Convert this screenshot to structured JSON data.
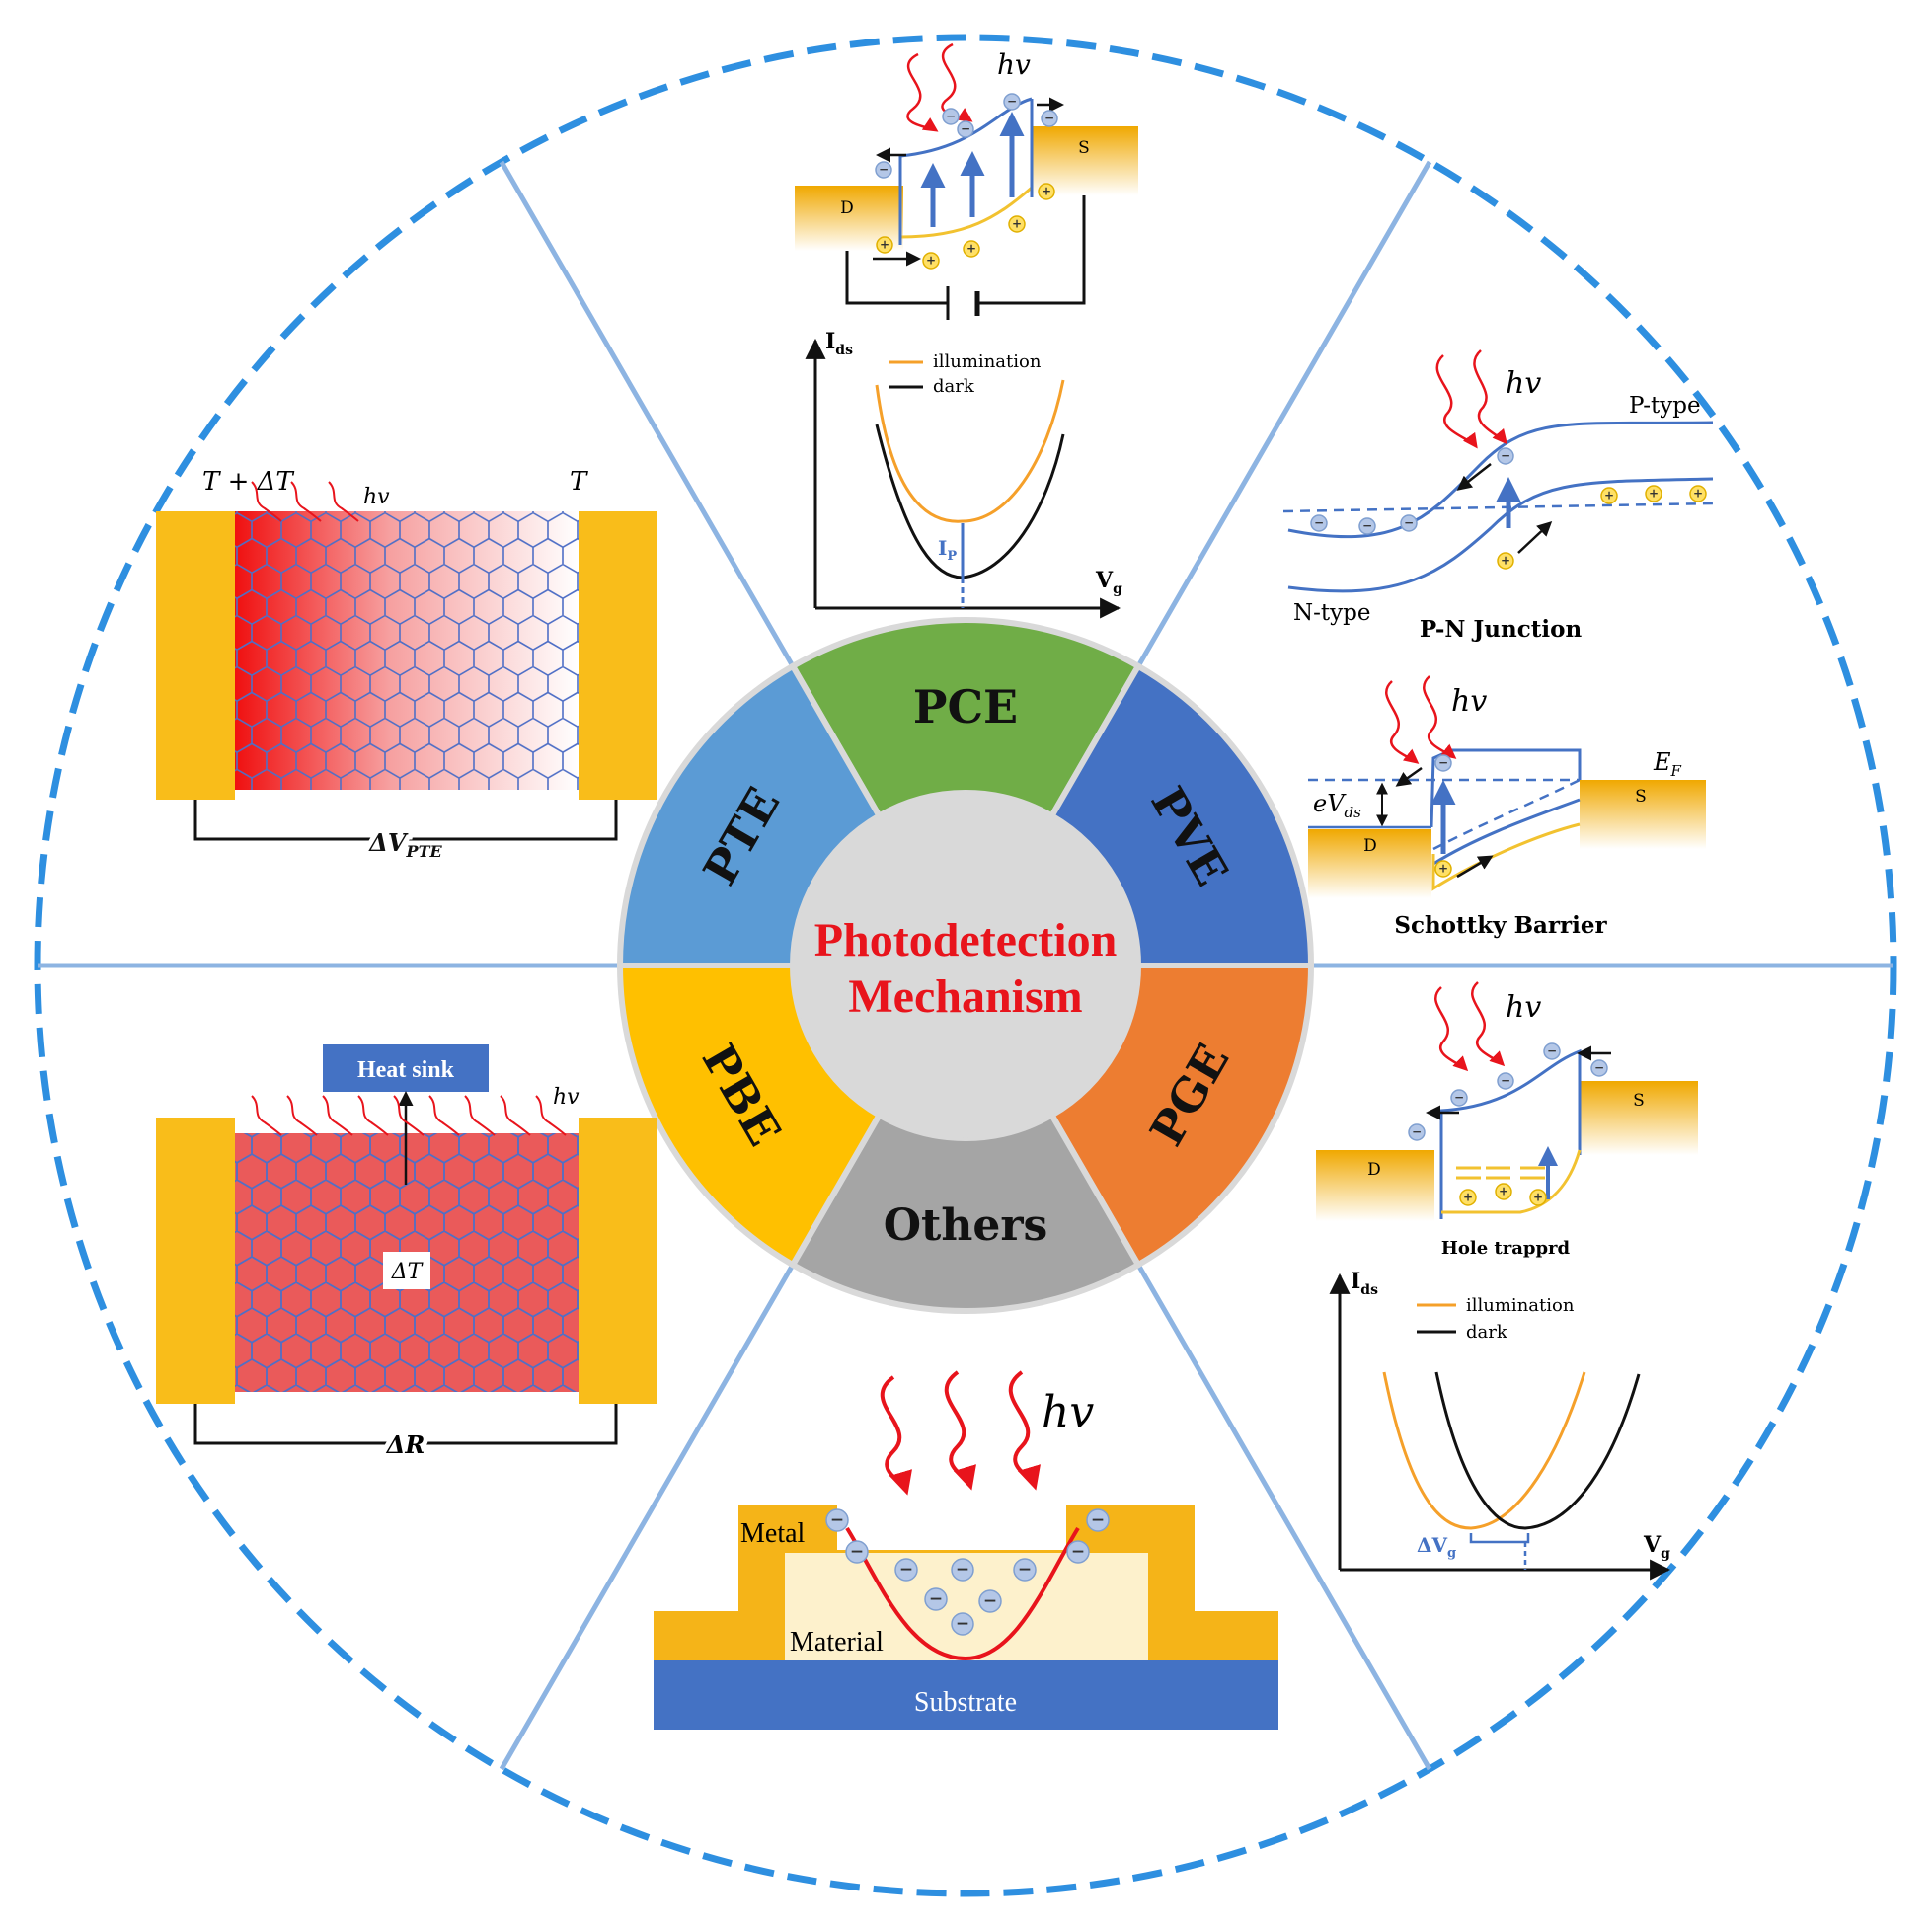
{
  "center": {
    "title_line1": "Photodetection",
    "title_line2": "Mechanism",
    "title_color": "#e8141c"
  },
  "segments": [
    {
      "key": "pce",
      "label": "PCE",
      "color": "#70ad47"
    },
    {
      "key": "pve",
      "label": "PVE",
      "color": "#4472c4"
    },
    {
      "key": "pge",
      "label": "PGE",
      "color": "#ed7d31"
    },
    {
      "key": "others",
      "label": "Others",
      "color": "#a5a5a5"
    },
    {
      "key": "pbe",
      "label": "PBE",
      "color": "#ffc000"
    },
    {
      "key": "pte",
      "label": "PTE",
      "color": "#5b9bd5"
    }
  ],
  "colors": {
    "ring_dash": "#2e8fe0",
    "divider": "#8db4e2",
    "metal": "#f5b418",
    "substrate": "#4472c4",
    "band_blue": "#4472c4",
    "band_yellow": "#f2c230",
    "illumination_curve": "#f5a02a",
    "dark_curve": "#111111",
    "photon": "#e8141c"
  },
  "pce": {
    "hv": "hv",
    "drain": "D",
    "source": "S",
    "y_axis": "I",
    "y_axis_sub": "ds",
    "x_axis": "V",
    "x_axis_sub": "g",
    "legend_illum": "illumination",
    "legend_dark": "dark",
    "ip": "I",
    "ip_sub": "P"
  },
  "pve_pn": {
    "hv": "hv",
    "p_type": "P-type",
    "n_type": "N-type",
    "caption": "P-N Junction"
  },
  "pve_schottky": {
    "hv": "hv",
    "ef": "E",
    "ef_sub": "F",
    "evds": "eV",
    "evds_sub": "ds",
    "drain": "D",
    "source": "S",
    "caption": "Schottky Barrier"
  },
  "pge": {
    "hv": "hv",
    "drain": "D",
    "source": "S",
    "caption": "Hole trapprd",
    "y_axis": "I",
    "y_axis_sub": "ds",
    "x_axis": "V",
    "x_axis_sub": "g",
    "legend_illum": "illumination",
    "legend_dark": "dark",
    "delta_vg": "ΔV",
    "delta_vg_sub": "g"
  },
  "others": {
    "hv": "hv",
    "metal": "Metal",
    "material": "Material",
    "substrate": "Substrate"
  },
  "pte": {
    "t_hot": "T + ΔT",
    "t_cold": "T",
    "hv": "hv",
    "delta_v": "ΔV",
    "delta_v_sub": "PTE"
  },
  "pbe": {
    "heat_sink": "Heat sink",
    "hv": "hv",
    "delta_t": "ΔT",
    "delta_r": "ΔR"
  },
  "charges": {
    "electron": "−",
    "hole": "+"
  }
}
